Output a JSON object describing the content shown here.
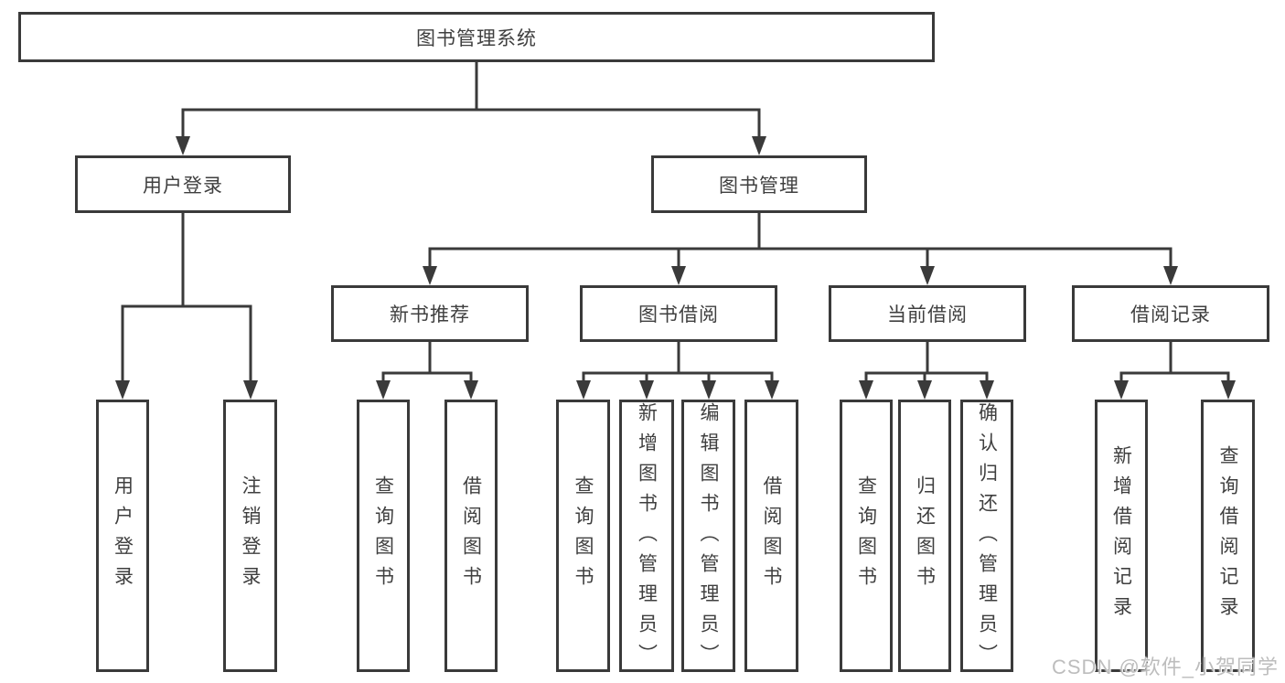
{
  "diagram": {
    "colors": {
      "background": "#ffffff",
      "box_fill": "#ffffff",
      "box_border": "#3a3a3a",
      "line": "#3a3a3a",
      "text": "#3f3f3f",
      "watermark": "#bdbdbd"
    },
    "watermark": "CSDN @软件_小贺同学",
    "tree": {
      "root": "图书管理系统",
      "children": [
        {
          "label": "用户登录",
          "children": [
            "用户登录",
            "注销登录"
          ]
        },
        {
          "label": "图书管理",
          "children": [
            {
              "label": "新书推荐",
              "children": [
                "查询图书",
                "借阅图书"
              ]
            },
            {
              "label": "图书借阅",
              "children": [
                "查询图书",
                "新增图书（管理员）",
                "编辑图书（管理员）",
                "借阅图书"
              ]
            },
            {
              "label": "当前借阅",
              "children": [
                "查询图书",
                "归还图书",
                "确认归还（管理员）"
              ]
            },
            {
              "label": "借阅记录",
              "children": [
                "新增借阅记录",
                "查询借阅记录"
              ]
            }
          ]
        }
      ]
    }
  }
}
